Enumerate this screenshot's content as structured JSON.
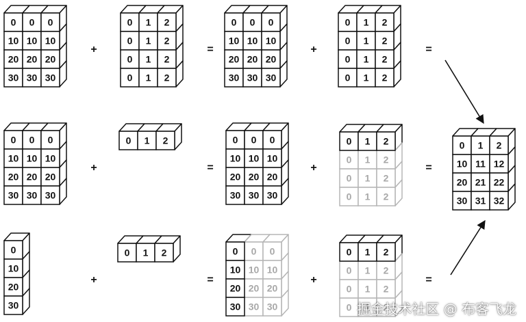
{
  "operators": {
    "plus": "+",
    "equals": "="
  },
  "arrays": {
    "a_full": {
      "rows": [
        [
          "0",
          "0",
          "0"
        ],
        [
          "10",
          "10",
          "10"
        ],
        [
          "20",
          "20",
          "20"
        ],
        [
          "30",
          "30",
          "30"
        ]
      ]
    },
    "b_full": {
      "rows": [
        [
          "0",
          "1",
          "2"
        ],
        [
          "0",
          "1",
          "2"
        ],
        [
          "0",
          "1",
          "2"
        ],
        [
          "0",
          "1",
          "2"
        ]
      ]
    },
    "b_row": {
      "rows": [
        [
          "0",
          "1",
          "2"
        ]
      ]
    },
    "a_col": {
      "rows": [
        [
          "0"
        ],
        [
          "10"
        ],
        [
          "20"
        ],
        [
          "30"
        ]
      ]
    },
    "result": {
      "rows": [
        [
          "0",
          "1",
          "2"
        ],
        [
          "10",
          "11",
          "12"
        ],
        [
          "20",
          "21",
          "22"
        ],
        [
          "30",
          "31",
          "32"
        ]
      ]
    }
  },
  "watermark": "掘金技术社区 @ 布客飞龙"
}
